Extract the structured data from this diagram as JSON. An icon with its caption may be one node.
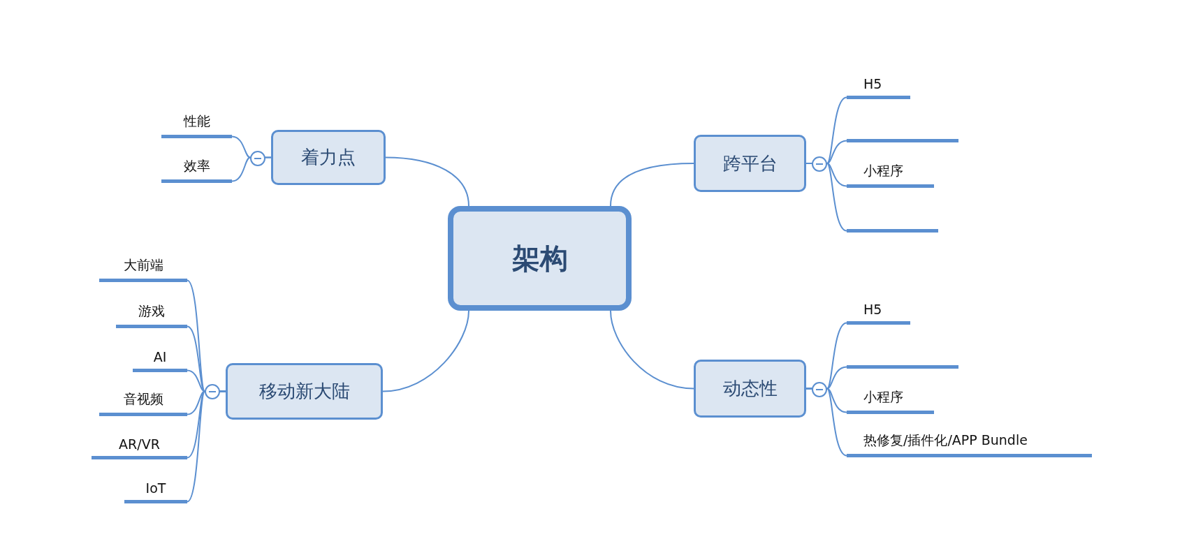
{
  "diagram": {
    "nodes": [
      {
        "text": [
          "架构"
        ]
      },
      {
        "text": [
          "着力点"
        ]
      },
      {
        "text": [
          "性能"
        ]
      },
      {
        "text": [
          "效率"
        ]
      },
      {
        "text": [
          "跨平台"
        ]
      },
      {
        "text": [
          "H5"
        ]
      },
      {
        "text": [],
        "shape": "bar"
      },
      {
        "text": [
          "小程序"
        ]
      },
      {
        "text": [],
        "shape": "bar"
      },
      {
        "text": [
          "移动新大陆"
        ]
      },
      {
        "text": [
          "大前端"
        ]
      },
      {
        "text": [
          "游戏"
        ]
      },
      {
        "text": [
          "AI"
        ]
      },
      {
        "text": [
          "音视频"
        ]
      },
      {
        "text": [
          "AR/VR"
        ]
      },
      {
        "text": [
          "IoT"
        ]
      },
      {
        "text": [
          "动态性"
        ]
      },
      {
        "text": [
          "H5"
        ]
      },
      {
        "text": [],
        "shape": "bar"
      },
      {
        "text": [
          "小程序"
        ]
      },
      {
        "text": [
          "热修复/插件化/APP Bundle"
        ]
      }
    ],
    "edges": [
      {
        "from": 0,
        "to": 1,
        "arrow": "none"
      },
      {
        "from": 0,
        "to": 4,
        "arrow": "none"
      },
      {
        "from": 0,
        "to": 9,
        "arrow": "none"
      },
      {
        "from": 0,
        "to": 16,
        "arrow": "none"
      },
      {
        "from": 1,
        "to": 2,
        "arrow": "none"
      },
      {
        "from": 1,
        "to": 3,
        "arrow": "none"
      },
      {
        "from": 4,
        "to": 5,
        "arrow": "none"
      },
      {
        "from": 4,
        "to": 6,
        "arrow": "none"
      },
      {
        "from": 4,
        "to": 7,
        "arrow": "none"
      },
      {
        "from": 4,
        "to": 8,
        "arrow": "none"
      },
      {
        "from": 9,
        "to": 10,
        "arrow": "none"
      },
      {
        "from": 9,
        "to": 11,
        "arrow": "none"
      },
      {
        "from": 9,
        "to": 12,
        "arrow": "none"
      },
      {
        "from": 9,
        "to": 13,
        "arrow": "none"
      },
      {
        "from": 9,
        "to": 14,
        "arrow": "none"
      },
      {
        "from": 9,
        "to": 15,
        "arrow": "none"
      },
      {
        "from": 16,
        "to": 17,
        "arrow": "none"
      },
      {
        "from": 16,
        "to": 18,
        "arrow": "none"
      },
      {
        "from": 16,
        "to": 19,
        "arrow": "none"
      },
      {
        "from": 16,
        "to": 20,
        "arrow": "none"
      }
    ]
  }
}
